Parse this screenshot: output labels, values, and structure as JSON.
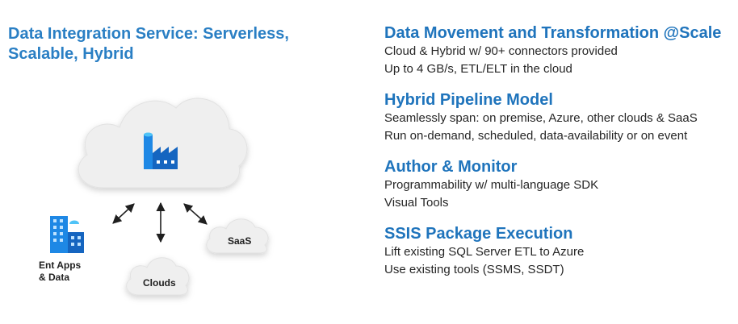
{
  "left": {
    "title_line1": "Data Integration Service: Serverless,",
    "title_line2": "Scalable, Hybrid"
  },
  "diagram": {
    "ent_label_line1": "Ent Apps",
    "ent_label_line2": "& Data",
    "clouds_label": "Clouds",
    "saas_label": "SaaS",
    "icons": [
      "cloud-icon",
      "factory-icon",
      "buildings-icon",
      "bidirectional-arrow-icon"
    ],
    "colors": {
      "brand_blue": "#1f74bc",
      "icon_blue": "#1e88e5",
      "icon_light_blue": "#4fc3f7",
      "cloud_fill": "#efefef"
    }
  },
  "sections": [
    {
      "heading": "Data Movement and Transformation @Scale",
      "lines": [
        "Cloud & Hybrid w/ 90+ connectors provided",
        "Up to 4 GB/s, ETL/ELT in the cloud"
      ]
    },
    {
      "heading": "Hybrid Pipeline Model",
      "lines": [
        "Seamlessly span: on premise, Azure, other clouds & SaaS",
        "Run on-demand, scheduled, data-availability or on event"
      ]
    },
    {
      "heading": "Author & Monitor",
      "lines": [
        "Programmability w/ multi-language SDK",
        "Visual Tools"
      ]
    },
    {
      "heading": "SSIS Package Execution",
      "lines": [
        "Lift existing SQL Server ETL to Azure",
        "Use existing tools (SSMS, SSDT)"
      ]
    }
  ]
}
